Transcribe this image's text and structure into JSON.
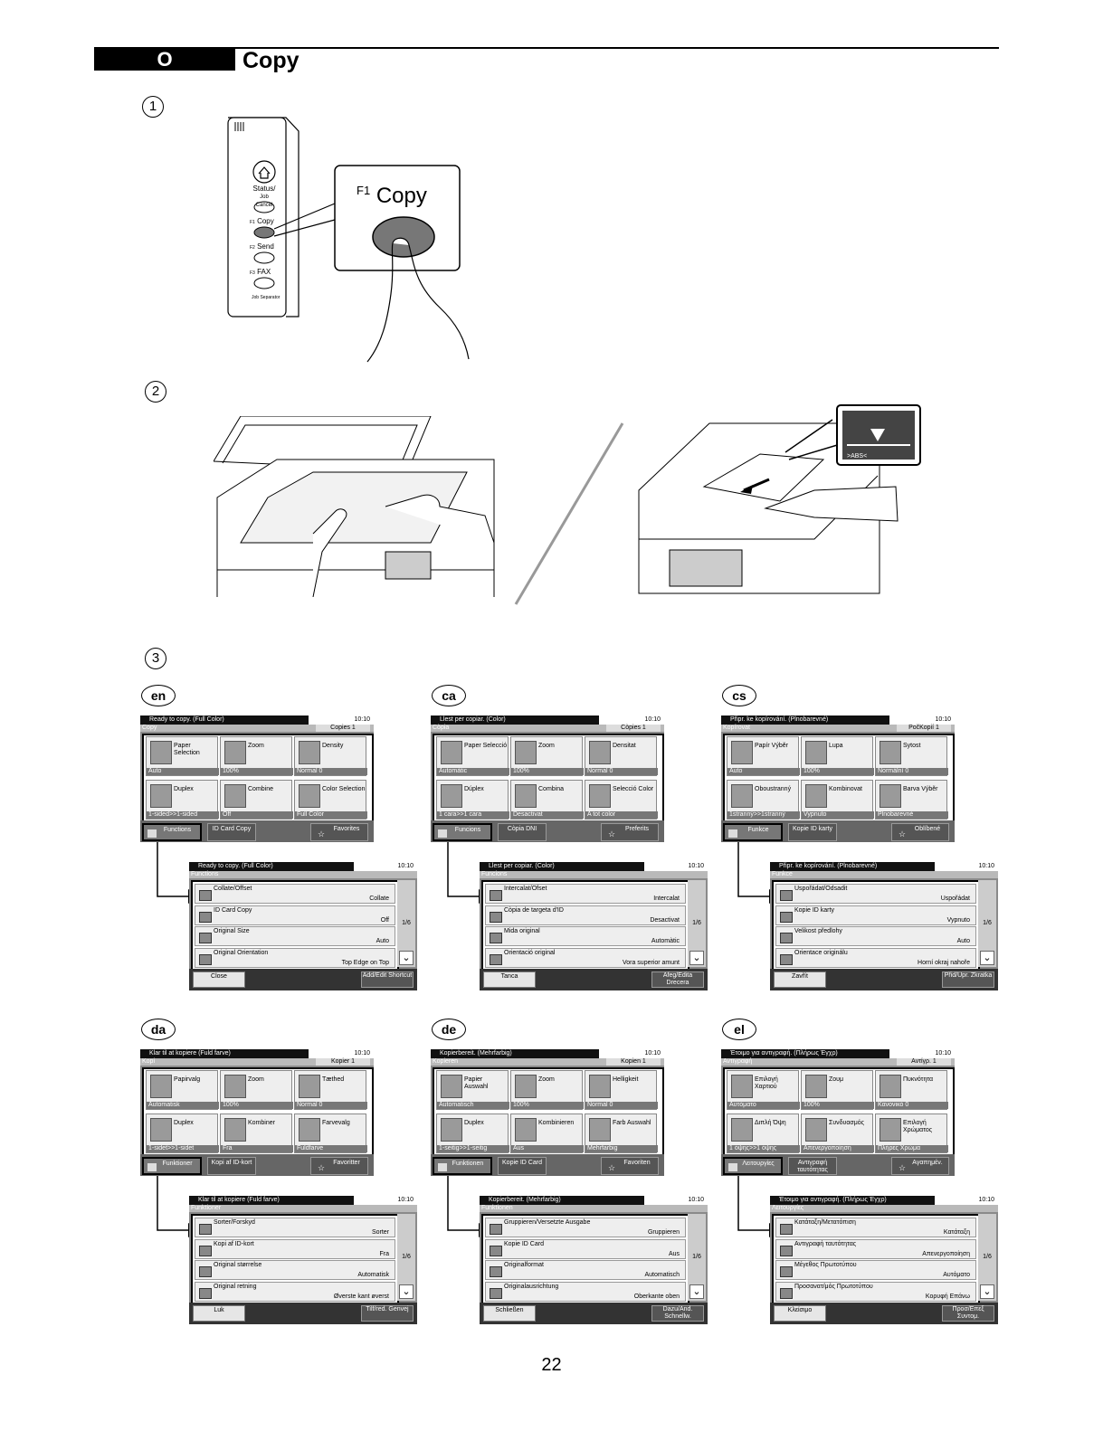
{
  "header": {
    "badge": "O",
    "title": "Copy"
  },
  "steps": [
    "1",
    "2",
    "3"
  ],
  "illustration1": {
    "status_label": "Status/",
    "job_cancel": "Job Cancel",
    "f1": "F1",
    "copy": "Copy",
    "f2": "F2",
    "send": "Send",
    "f3": "F3",
    "fax": "FAX",
    "job_sep": "Job Separator",
    "callout_f1": "F1",
    "callout_copy": "Copy"
  },
  "illustration2": {
    "abs_label": ">ABS<"
  },
  "page_number": "22",
  "screens": [
    {
      "lang": "en",
      "status": "Ready to copy. (Full Color)",
      "time": "10:10",
      "title": "Copy",
      "copies": "Copies   1",
      "buttons": [
        {
          "label": "Paper Selection",
          "value": "Auto"
        },
        {
          "label": "Zoom",
          "value": "100%"
        },
        {
          "label": "Density",
          "value": "Normal 0"
        },
        {
          "label": "Duplex",
          "value": "1-sided>>1-sided"
        },
        {
          "label": "Combine",
          "value": "Off"
        },
        {
          "label": "Color Selection",
          "value": "Full Color"
        }
      ],
      "bottom": [
        "Functions",
        "ID Card Copy",
        "Favorites"
      ],
      "s2_status": "Ready to copy. (Full Color)",
      "s2_title": "Functions",
      "rows": [
        {
          "name": "Collate/Offset",
          "value": "Collate"
        },
        {
          "name": "ID Card Copy",
          "value": "Off"
        },
        {
          "name": "Original Size",
          "value": "Auto"
        },
        {
          "name": "Original Orientation",
          "value": "Top Edge on Top"
        }
      ],
      "page": "1/6",
      "close": "Close",
      "addedit": "Add/Edit Shortcut"
    },
    {
      "lang": "ca",
      "status": "Llest per copiar. (Color)",
      "time": "10:10",
      "title": "Còpia",
      "copies": "Còpies   1",
      "buttons": [
        {
          "label": "Paper Selecció",
          "value": "Automàtic"
        },
        {
          "label": "Zoom",
          "value": "100%"
        },
        {
          "label": "Densitat",
          "value": "Normal 0"
        },
        {
          "label": "Dúplex",
          "value": "1 cara>>1 cara"
        },
        {
          "label": "Combina",
          "value": "Desactivat"
        },
        {
          "label": "Selecció Color",
          "value": "A tot color"
        }
      ],
      "bottom": [
        "Funcions",
        "Còpia DNI",
        "Preferits"
      ],
      "s2_status": "Llest per copiar. (Color)",
      "s2_title": "Funcions",
      "rows": [
        {
          "name": "Intercalat/Ofset",
          "value": "Intercalat"
        },
        {
          "name": "Còpia de targeta d'ID",
          "value": "Desactivat"
        },
        {
          "name": "Mida original",
          "value": "Automàtic"
        },
        {
          "name": "Orientació original",
          "value": "Vora superior amunt"
        }
      ],
      "page": "1/6",
      "close": "Tanca",
      "addedit": "Afeg/Edita Drecera"
    },
    {
      "lang": "cs",
      "status": "Připr. ke kopírování. (Plnobarevné)",
      "time": "10:10",
      "title": "Kopírovat",
      "copies": "PočKopií   1",
      "buttons": [
        {
          "label": "Papír Výběr",
          "value": "Auto"
        },
        {
          "label": "Lupa",
          "value": "100%"
        },
        {
          "label": "Sytost",
          "value": "Normální 0"
        },
        {
          "label": "Oboustranný",
          "value": "1stranný>>1stranný"
        },
        {
          "label": "Kombinovat",
          "value": "Vypnuto"
        },
        {
          "label": "Barva Výběr",
          "value": "Plnobarevné"
        }
      ],
      "bottom": [
        "Funkce",
        "Kopie ID karty",
        "Oblíbené"
      ],
      "s2_status": "Připr. ke kopírování. (Plnobarevné)",
      "s2_title": "Funkce",
      "rows": [
        {
          "name": "Uspořádat/Odsadit",
          "value": "Uspořádat"
        },
        {
          "name": "Kopie ID karty",
          "value": "Vypnuto"
        },
        {
          "name": "Velikost předlohy",
          "value": "Auto"
        },
        {
          "name": "Orientace originálu",
          "value": "Horní okraj nahoře"
        }
      ],
      "page": "1/6",
      "close": "Zavřít",
      "addedit": "Přid/Upr. Zkratka"
    },
    {
      "lang": "da",
      "status": "Klar til at kopiere (Fuld farve)",
      "time": "10:10",
      "title": "Kopi",
      "copies": "Kopier   1",
      "buttons": [
        {
          "label": "Papirvalg",
          "value": "Automatisk"
        },
        {
          "label": "Zoom",
          "value": "100%"
        },
        {
          "label": "Tæthed",
          "value": "Normal 0"
        },
        {
          "label": "Duplex",
          "value": "1-sidet>>1-sidet"
        },
        {
          "label": "Kombiner",
          "value": "Fra"
        },
        {
          "label": "Farvevalg",
          "value": "Fuldfarve"
        }
      ],
      "bottom": [
        "Funktioner",
        "Kopi af ID-kort",
        "Favoritter"
      ],
      "s2_status": "Klar til at kopiere (Fuld farve)",
      "s2_title": "Funktioner",
      "rows": [
        {
          "name": "Sorter/Forskyd",
          "value": "Sorter"
        },
        {
          "name": "Kopi af ID-kort",
          "value": "Fra"
        },
        {
          "name": "Original størrelse",
          "value": "Automatisk"
        },
        {
          "name": "Original retning",
          "value": "Øverste kant øverst"
        }
      ],
      "page": "1/6",
      "close": "Luk",
      "addedit": "Tilf/red. Genvej"
    },
    {
      "lang": "de",
      "status": "Kopierbereit. (Mehrfarbig)",
      "time": "10:10",
      "title": "Kopieren",
      "copies": "Kopien   1",
      "buttons": [
        {
          "label": "Papier Auswahl",
          "value": "Automatisch"
        },
        {
          "label": "Zoom",
          "value": "100%"
        },
        {
          "label": "Helligkeit",
          "value": "Normal 0"
        },
        {
          "label": "Duplex",
          "value": "1-seitig>>1-seitig"
        },
        {
          "label": "Kombinieren",
          "value": "Aus"
        },
        {
          "label": "Farb Auswahl",
          "value": "Mehrfarbig"
        }
      ],
      "bottom": [
        "Funktionen",
        "Kopie ID Card",
        "Favoriten"
      ],
      "s2_status": "Kopierbereit. (Mehrfarbig)",
      "s2_title": "Funktionen",
      "rows": [
        {
          "name": "Gruppieren/Versetzte Ausgabe",
          "value": "Gruppieren"
        },
        {
          "name": "Kopie ID Card",
          "value": "Aus"
        },
        {
          "name": "Originalformat",
          "value": "Automatisch"
        },
        {
          "name": "Originalausrichtung",
          "value": "Oberkante oben"
        }
      ],
      "page": "1/6",
      "close": "Schließen",
      "addedit": "Dazu/And. Schnellw."
    },
    {
      "lang": "el",
      "status": "Έτοιμο για αντιγραφή. (Πλήρως Έγχρ)",
      "time": "10:10",
      "title": "Αντιγραφή",
      "copies": "Αντίγρ.   1",
      "buttons": [
        {
          "label": "Επιλογή Χαρτιού",
          "value": "Αυτόματο"
        },
        {
          "label": "Ζουμ",
          "value": "100%"
        },
        {
          "label": "Πυκνότητα",
          "value": "Κανονικό 0"
        },
        {
          "label": "Διπλή Όψη",
          "value": "1 όψης>>1 όψης"
        },
        {
          "label": "Συνδυασμός",
          "value": "Απενεργοποίηση"
        },
        {
          "label": "Επιλογή Χρώματος",
          "value": "Πλήρες Χρώμα"
        }
      ],
      "bottom": [
        "Λειτουργίες",
        "Αντιγραφή ταυτότητας",
        "Αγαπημέν."
      ],
      "s2_status": "Έτοιμο για αντιγραφή. (Πλήρως Έγχρ)",
      "s2_title": "Λειτουργίες",
      "rows": [
        {
          "name": "Κατάταξη/Μετατόπιση",
          "value": "Κατάταξη"
        },
        {
          "name": "Αντιγραφή ταυτότητας",
          "value": "Απενεργοποίηση"
        },
        {
          "name": "Μέγεθος Πρωτοτύπου",
          "value": "Αυτόματο"
        },
        {
          "name": "Προσανατ/μός Πρωτοτύπου",
          "value": "Κορυφή Επάνω"
        }
      ],
      "page": "1/6",
      "close": "Κλείσιμο",
      "addedit": "Προσ/Επεξ Συντομ."
    }
  ]
}
